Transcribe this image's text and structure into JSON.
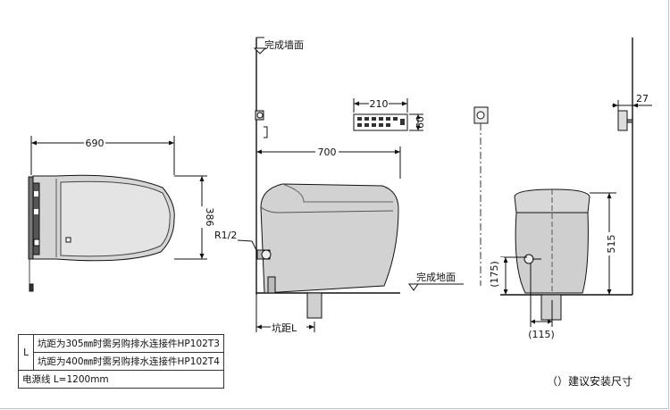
{
  "labels": {
    "finished_wall": "完成墙面",
    "finished_floor": "完成地面",
    "rough_in": "坑距L",
    "inlet": "R1/2"
  },
  "dimensions": {
    "top_length": "690",
    "top_width": "386",
    "side_length": "700",
    "remote_width": "210",
    "remote_height": "60",
    "wall_gap": "27",
    "front_height": "515",
    "inlet_height": "(175)",
    "inlet_offset": "(115)"
  },
  "spec_table": {
    "code": "L",
    "row1": "坑距为305㎜时需另购排水连接件HP102T3",
    "row2": "坑距为400㎜时需另购排水连接件HP102T4",
    "row3": "电源线 L=1200mm"
  },
  "note": "（）建议安装尺寸"
}
